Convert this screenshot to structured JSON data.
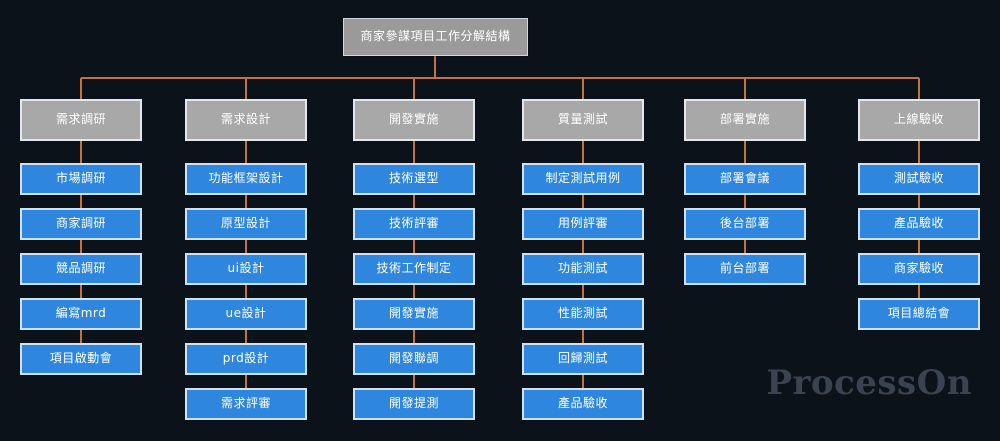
{
  "diagram": {
    "type": "work-breakdown-structure",
    "background_color": "#0c1219",
    "connector_color": "#c4733f",
    "root_box_color": "#9a9a9a",
    "header_box_color": "#a8a8a8",
    "task_box_color": "#2e86de",
    "title": "商家參謀項目工作分解結構",
    "columns": [
      {
        "header": "需求調研",
        "tasks": [
          "市場調研",
          "商家調研",
          "競品調研",
          "編寫mrd",
          "項目啟動會"
        ]
      },
      {
        "header": "需求設計",
        "tasks": [
          "功能框架設計",
          "原型設計",
          "ui設計",
          "ue設計",
          "prd設計",
          "需求評審"
        ]
      },
      {
        "header": "開發實施",
        "tasks": [
          "技術選型",
          "技術評審",
          "技術工作制定",
          "開發實施",
          "開發聯調",
          "開發提測"
        ]
      },
      {
        "header": "質量測試",
        "tasks": [
          "制定測試用例",
          "用例評審",
          "功能測試",
          "性能測試",
          "回歸測試",
          "產品驗收"
        ]
      },
      {
        "header": "部署實施",
        "tasks": [
          "部署會議",
          "後台部署",
          "前台部署"
        ]
      },
      {
        "header": "上線驗收",
        "tasks": [
          "測試驗收",
          "產品驗收",
          "商家驗收",
          "項目總結會"
        ]
      }
    ]
  },
  "watermark": {
    "text": "ProcessOn"
  }
}
